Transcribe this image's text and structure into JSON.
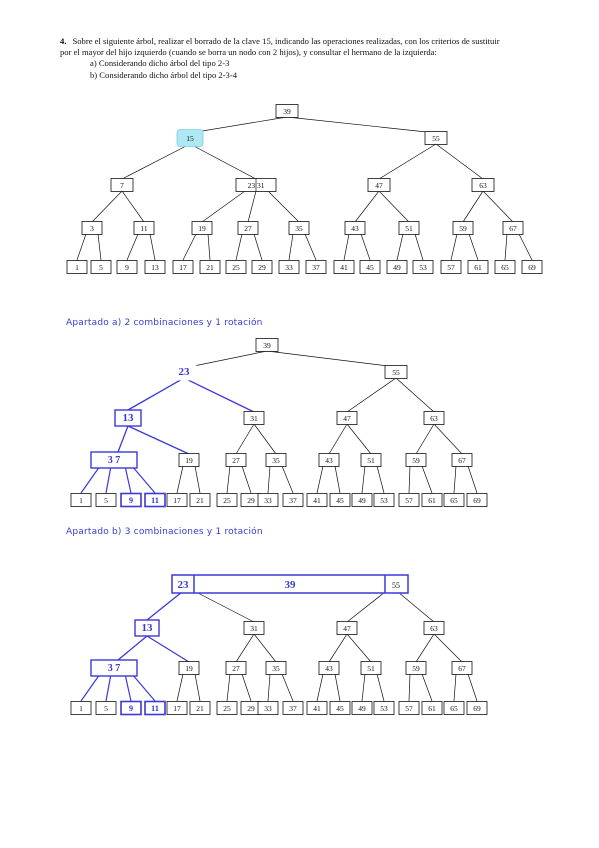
{
  "question": {
    "number": "4.",
    "line1": "Sobre el siguiente árbol, realizar el borrado de la clave 15, indicando las operaciones realizadas, con los criterios de sustituir",
    "line2": "por el mayor del hijo izquierdo (cuando se borra un nodo con 2 hijos), y consultar el hermano de la izquierda:",
    "option_a": "a) Considerando dicho árbol del tipo 2-3",
    "option_b": "b) Considerando dicho árbol del tipo 2-3-4"
  },
  "trees": [
    {
      "id": "original",
      "root": "39",
      "level1": [
        "15",
        "55"
      ],
      "level2": [
        "7",
        "23 31",
        "47",
        "63"
      ],
      "level3": [
        "3",
        "11",
        "19",
        "27",
        "35",
        "43",
        "51",
        "59",
        "67"
      ],
      "leaves": [
        "1",
        "5",
        "9",
        "13",
        "17",
        "21",
        "25",
        "29",
        "33",
        "37",
        "41",
        "45",
        "49",
        "53",
        "57",
        "61",
        "65",
        "69"
      ]
    },
    {
      "id": "apartado-a",
      "root": "39",
      "level1": [
        "23",
        "55"
      ],
      "level2": [
        "13",
        "31",
        "47",
        "63"
      ],
      "level3": [
        "3 7",
        "19",
        "27",
        "35",
        "43",
        "51",
        "59",
        "67"
      ],
      "leaves": [
        "1",
        "5",
        "9",
        "11",
        "17",
        "21",
        "25",
        "29",
        "33",
        "37",
        "41",
        "45",
        "49",
        "53",
        "57",
        "61",
        "65",
        "69"
      ]
    },
    {
      "id": "apartado-b",
      "root": "23 39 55",
      "level2": [
        "13",
        "31",
        "47",
        "63"
      ],
      "level3": [
        "3 7",
        "19",
        "27",
        "35",
        "43",
        "51",
        "59",
        "67"
      ],
      "leaves": [
        "1",
        "5",
        "9",
        "11",
        "17",
        "21",
        "25",
        "29",
        "33",
        "37",
        "41",
        "45",
        "49",
        "53",
        "57",
        "61",
        "65",
        "69"
      ]
    }
  ],
  "labels": {
    "apartado_a": "Apartado a)   2 combinaciones y 1 rotación",
    "apartado_b": "Apartado b)   3 combinaciones y 1 rotación"
  },
  "colors": {
    "ink": "#111111",
    "highlight": "#aee8f5",
    "handwriting": "#3a3ad6"
  }
}
